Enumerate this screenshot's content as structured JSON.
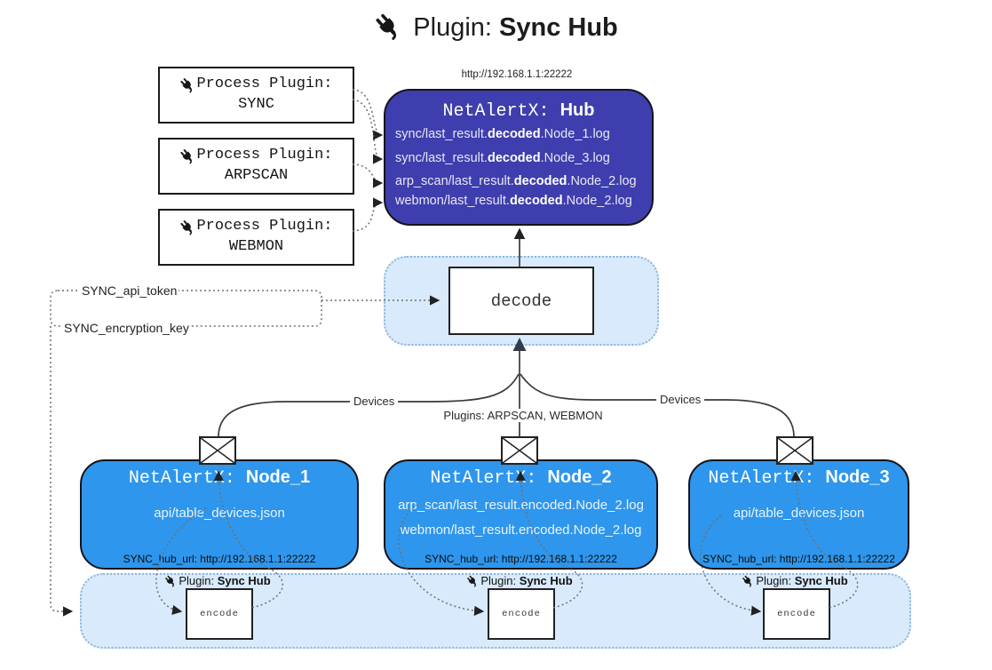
{
  "title": {
    "prefix": "Plugin:",
    "name": "Sync Hub"
  },
  "process_plugins": [
    {
      "label": "Process Plugin:",
      "name": "SYNC"
    },
    {
      "label": "Process Plugin:",
      "name": "ARPSCAN"
    },
    {
      "label": "Process Plugin:",
      "name": "WEBMON"
    }
  ],
  "hub": {
    "url": "http://192.168.1.1:22222",
    "title_prefix": "NetAlertX:",
    "title_name": "Hub",
    "logs": [
      {
        "pre": "sync/last_result.",
        "bold": "decoded",
        "post": ".Node_1.log"
      },
      {
        "pre": "sync/last_result.",
        "bold": "decoded",
        "post": ".Node_3.log"
      },
      {
        "pre": "arp_scan/last_result.",
        "bold": "decoded",
        "post": ".Node_2.log"
      },
      {
        "pre": "webmon/last_result.",
        "bold": "decoded",
        "post": ".Node_2.log"
      }
    ]
  },
  "decode_label": "decode",
  "tokens": {
    "api_token": "SYNC_api_token",
    "encryption_key": "SYNC_encryption_key"
  },
  "edge_labels": {
    "left": "Devices",
    "middle": "Plugins: ARPSCAN, WEBMON",
    "right": "Devices"
  },
  "nodes": [
    {
      "title_prefix": "NetAlertX:",
      "title_name": "Node_1",
      "files": [
        "api/table_devices.json"
      ],
      "hub_url": "SYNC_hub_url: http://192.168.1.1:22222"
    },
    {
      "title_prefix": "NetAlertX:",
      "title_name": "Node_2",
      "files": [
        "arp_scan/last_result.encoded.Node_2.log",
        "webmon/last_result.encoded.Node_2.log"
      ],
      "hub_url": "SYNC_hub_url: http://192.168.1.1:22222"
    },
    {
      "title_prefix": "NetAlertX:",
      "title_name": "Node_3",
      "files": [
        "api/table_devices.json"
      ],
      "hub_url": "SYNC_hub_url: http://192.168.1.1:22222"
    }
  ],
  "encode": {
    "plugin_prefix": "Plugin:",
    "plugin_name": "Sync Hub",
    "box_label": "encode"
  },
  "colors": {
    "hub-bg": "#3e3eae",
    "node-bg": "#2e96ec",
    "panel-bg": "#d8eafb",
    "panel-border": "#8cb6da"
  }
}
